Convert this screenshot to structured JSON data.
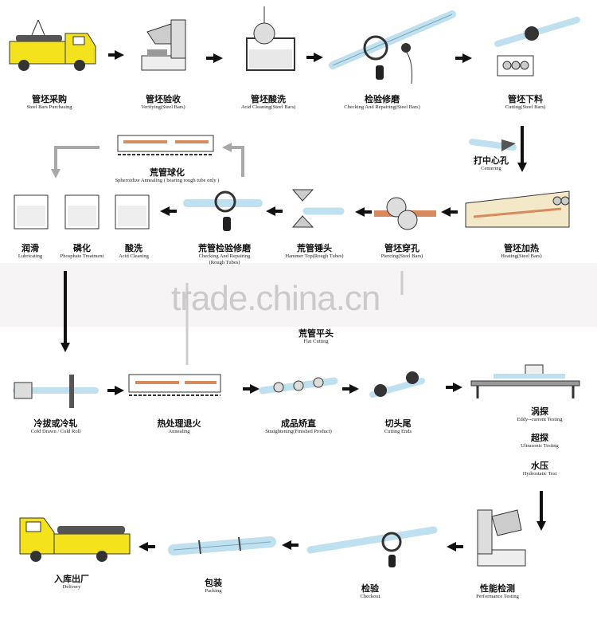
{
  "watermark": "trade.china.cn",
  "steps": {
    "purchasing": {
      "zh": "管坯采购",
      "en": "Steel Bars Purchasing"
    },
    "verifying": {
      "zh": "管坯验收",
      "en": "Verifying(Steel Bars)"
    },
    "acid_cleaning_bars": {
      "zh": "管坯酸洗",
      "en": "Acid Cleaning(Steel Bars)"
    },
    "checking_repairing_bars": {
      "zh": "检验修磨",
      "en": "Checking And Repairing(Steel Bars)"
    },
    "cutting": {
      "zh": "管坯下料",
      "en": "Cutting(Steel Bars)"
    },
    "centering": {
      "zh": "打中心孔",
      "en": "Centering"
    },
    "heating": {
      "zh": "管坯加热",
      "en": "Heating(Steel Bars)"
    },
    "piercing": {
      "zh": "管坯穿孔",
      "en": "Piercing(Steel Bars)"
    },
    "hammer_top": {
      "zh": "荒管锤头",
      "en": "Hammer Top(Rough Tubes)"
    },
    "checking_repairing_tubes": {
      "zh": "荒管检验修磨",
      "en": "Checking And Repairing",
      "en2": "(Rough Tubes)"
    },
    "spheroidize": {
      "zh": "荒管球化",
      "en": "Spheroidize Annealing ( bearing rough tube only )"
    },
    "lubricating": {
      "zh": "润滑",
      "en": "Lubricating"
    },
    "phosphate": {
      "zh": "磷化",
      "en": "Phosphate Treatment"
    },
    "acid_cleaning": {
      "zh": "酸洗",
      "en": "Acid Cleaning"
    },
    "flat_cutting": {
      "zh": "荒管平头",
      "en": "Flat Cutting"
    },
    "cold_drawn": {
      "zh": "冷拔或冷轧",
      "en": "Cold Drawn / Cold Roll"
    },
    "annealing": {
      "zh": "热处理退火",
      "en": "Annealing"
    },
    "straightening": {
      "zh": "成品矫直",
      "en": "Straightening(Finished Product)"
    },
    "cutting_ends": {
      "zh": "切头尾",
      "en": "Cutting Ends"
    },
    "eddy": {
      "zh": "涡探",
      "en": "Eddy--current Testing"
    },
    "ultrasonic": {
      "zh": "超探",
      "en": "Ultrasonic Testing"
    },
    "hydrostatic": {
      "zh": "水压",
      "en": "Hydrostatic Test"
    },
    "performance": {
      "zh": "性能检测",
      "en": "Performance Testing"
    },
    "checkout": {
      "zh": "检验",
      "en": "Checkout"
    },
    "packing": {
      "zh": "包装",
      "en": "Packing"
    },
    "delivery": {
      "zh": "入库出厂",
      "en": "Delivery"
    }
  },
  "colors": {
    "truck": "#f4e21c",
    "pipe": "#bfe0ef",
    "rod": "#d88a5f",
    "arrow": "#111111",
    "return_arrow": "#a8a8a8"
  }
}
